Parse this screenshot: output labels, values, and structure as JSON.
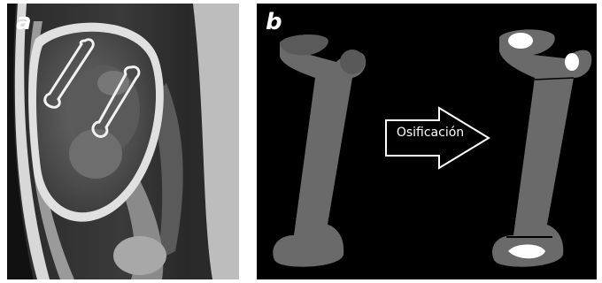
{
  "panel_a": {
    "letter": "a",
    "image": "fetal-mri-sagittal-with-femur-outlines"
  },
  "panel_b": {
    "letter": "b",
    "arrow_label": "Osificación",
    "left_bone": "femur-unossified-icon",
    "right_bone": "femur-ossified-icon"
  },
  "colors": {
    "background_b": "#000000",
    "bone_gray": "#6a6a6a",
    "ossification_white": "#ffffff"
  }
}
